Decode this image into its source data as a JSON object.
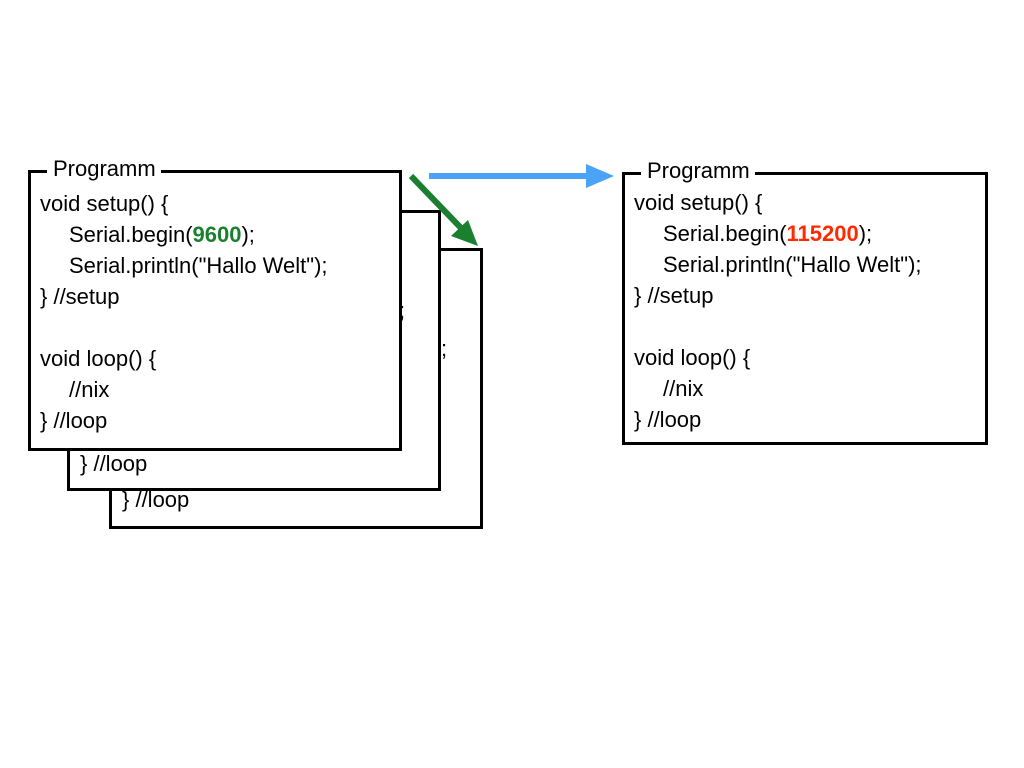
{
  "left_stack": {
    "back2_last_line": "} //loop",
    "back2_semicolon": ";",
    "back1_last_line": "} //loop",
    "back1_semicolon": ";",
    "front": {
      "legend": "Programm",
      "line1": "void setup() {",
      "line2_prefix": "Serial.begin(",
      "line2_value": "9600",
      "line2_suffix": ");",
      "line3": "Serial.println(\"Hallo Welt\");",
      "line4": "} //setup",
      "line5": "void loop() {",
      "line6": "//nix",
      "line7": "} //loop"
    }
  },
  "right_box": {
    "legend": "Programm",
    "line1": "void setup() {",
    "line2_prefix": "Serial.begin(",
    "line2_value": "115200",
    "line2_suffix": ");",
    "line3": "Serial.println(\"Hallo Welt\");",
    "line4": "} //setup",
    "line5": "void loop() {",
    "line6": "//nix",
    "line7": "} //loop"
  },
  "colors": {
    "green_value": "#1a7f2e",
    "red_value": "#ff2a00",
    "green_arrow": "#1a7f2e",
    "blue_arrow": "#4aa3f5"
  }
}
